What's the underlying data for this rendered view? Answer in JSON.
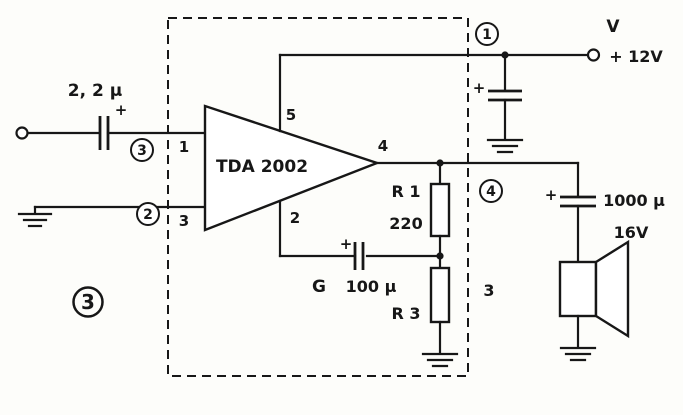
{
  "figure_number": "3",
  "ic": {
    "name": "TDA 2002"
  },
  "pins": {
    "p1": "1",
    "p2": "2",
    "p3": "3",
    "p4": "4",
    "p5": "5"
  },
  "nodes": {
    "n1": "1",
    "n2": "2",
    "n3": "3",
    "n4": "4"
  },
  "labels": {
    "input_cap_value": "2, 2 µ",
    "input_cap_plus": "+",
    "supply_v": "V",
    "supply_voltage": "+ 12V",
    "bypass_cap_plus": "+",
    "r1_name": "R 1",
    "r1_value": "220",
    "r3_name": "R 3",
    "r3_count": "3",
    "feedback_cap_plus": "+",
    "feedback_g": "G",
    "feedback_cap_value": "100 µ",
    "output_cap_plus": "+",
    "output_cap_value": "1000 µ",
    "output_cap_voltage": "16V"
  },
  "colors": {
    "ink": "#171717",
    "paper": "#fdfdfa"
  }
}
